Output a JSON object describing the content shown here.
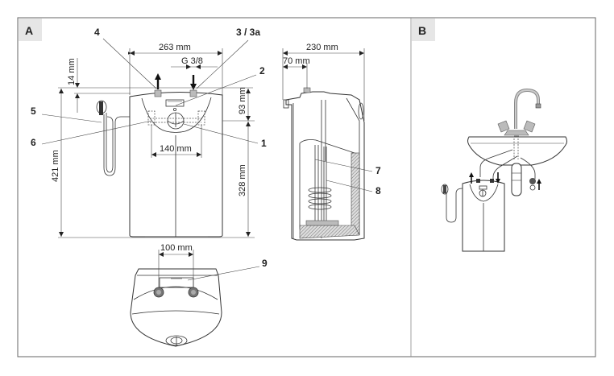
{
  "panels": {
    "a": {
      "tag": "A"
    },
    "b": {
      "tag": "B"
    }
  },
  "callouts": {
    "c1": "1",
    "c2": "2",
    "c3": "3 / 3a",
    "c4": "4",
    "c5": "5",
    "c6": "6",
    "c7": "7",
    "c8": "8",
    "c9": "9"
  },
  "dimensions": {
    "width_front": "263 mm",
    "thread": "G 3/8",
    "pipe_overhang": "14 mm",
    "height_total": "421 mm",
    "cover_height": "93 mm",
    "pipe_spacing": "140 mm",
    "body_height": "328 mm",
    "depth_side": "230 mm",
    "pipe_offset": "70 mm",
    "bracket_width": "100 mm"
  },
  "colors": {
    "frame": "#666666",
    "tag_bg": "#e6e6e6",
    "line": "#333333"
  }
}
